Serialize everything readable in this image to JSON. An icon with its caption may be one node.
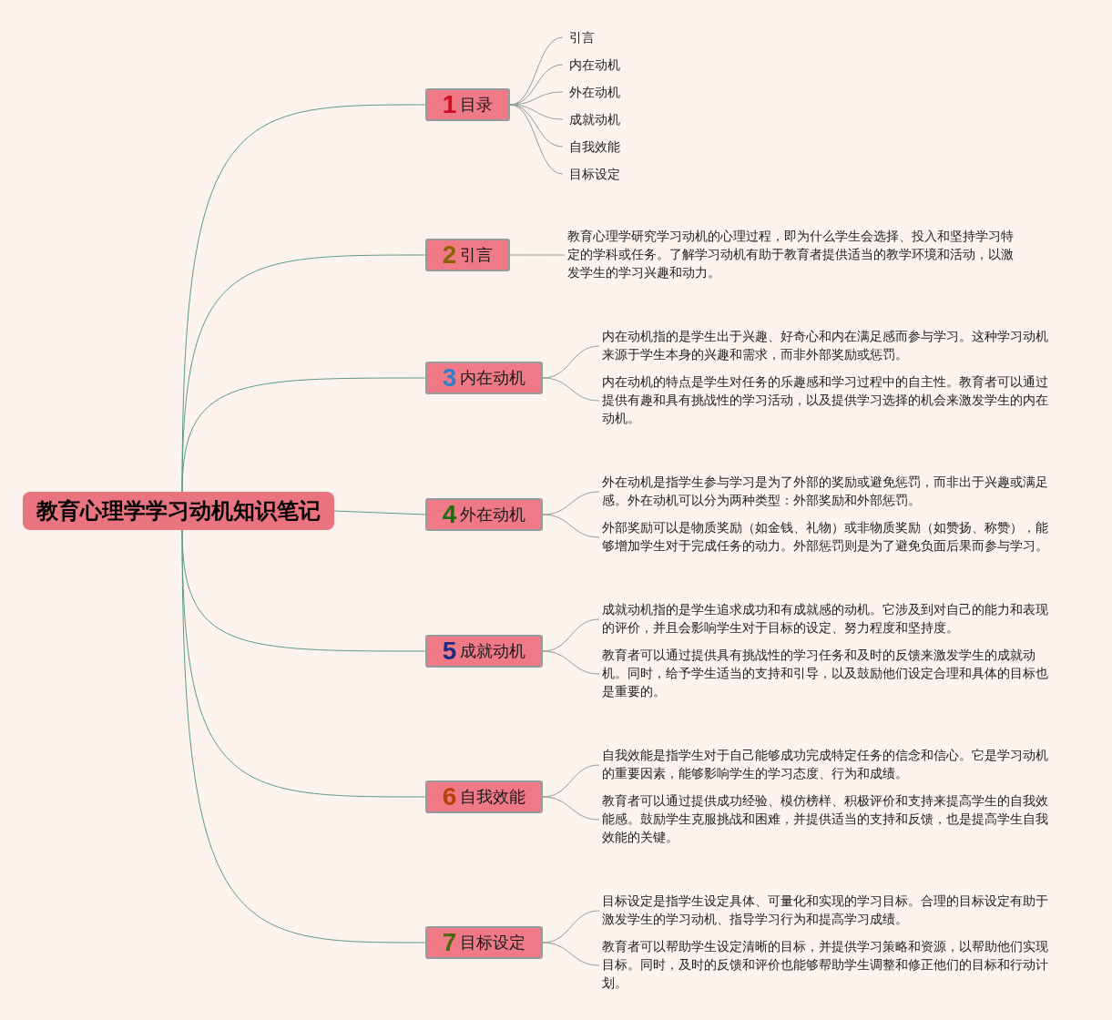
{
  "diagram": {
    "nodes": [
      {
        "text": [
          "教育心理学学习动机知识笔记"
        ]
      },
      {
        "text": [
          "1",
          "目录"
        ]
      },
      {
        "text": [
          "2",
          "引言"
        ]
      },
      {
        "text": [
          "3",
          "内在动机"
        ]
      },
      {
        "text": [
          "4",
          "外在动机"
        ]
      },
      {
        "text": [
          "5",
          "成就动机"
        ]
      },
      {
        "text": [
          "6",
          "自我效能"
        ]
      },
      {
        "text": [
          "7",
          "目标设定"
        ]
      },
      {
        "text": [
          "引言"
        ]
      },
      {
        "text": [
          "内在动机"
        ]
      },
      {
        "text": [
          "外在动机"
        ]
      },
      {
        "text": [
          "成就动机"
        ]
      },
      {
        "text": [
          "自我效能"
        ]
      },
      {
        "text": [
          "目标设定"
        ]
      },
      {
        "text": [
          "教育心理学研究学习动机的心理过程，即为什么学生会选择、投入和坚持学习特定的学科或任务。了解学习动机有助于教育者提供适当的教学环境和活动，以激发学生的学习兴趣和动力。"
        ]
      },
      {
        "text": [
          "内在动机指的是学生出于兴趣、好奇心和内在满足感而参与学习。这种学习动机来源于学生本身的兴趣和需求，而非外部奖励或惩罚。"
        ]
      },
      {
        "text": [
          "内在动机的特点是学生对任务的乐趣感和学习过程中的自主性。教育者可以通过提供有趣和具有挑战性的学习活动，以及提供学习选择的机会来激发学生的内在动机。"
        ]
      },
      {
        "text": [
          "外在动机是指学生参与学习是为了外部的奖励或避免惩罚，而非出于兴趣或满足感。外在动机可以分为两种类型：外部奖励和外部惩罚。"
        ]
      },
      {
        "text": [
          "外部奖励可以是物质奖励（如金钱、礼物）或非物质奖励（如赞扬、称赞），能够增加学生对于完成任务的动力。外部惩罚则是为了避免负面后果而参与学习。"
        ]
      },
      {
        "text": [
          "成就动机指的是学生追求成功和有成就感的动机。它涉及到对自己的能力和表现的评价，并且会影响学生对于目标的设定、努力程度和坚持度。"
        ]
      },
      {
        "text": [
          "教育者可以通过提供具有挑战性的学习任务和及时的反馈来激发学生的成就动机。同时，给予学生适当的支持和引导，以及鼓励他们设定合理和具体的目标也是重要的。"
        ]
      },
      {
        "text": [
          "自我效能是指学生对于自己能够成功完成特定任务的信念和信心。它是学习动机的重要因素，能够影响学生的学习态度、行为和成绩。"
        ]
      },
      {
        "text": [
          "教育者可以通过提供成功经验、模仿榜样、积极评价和支持来提高学生的自我效能感。鼓励学生克服挑战和困难，并提供适当的支持和反馈，也是提高学生自我效能的关键。"
        ]
      },
      {
        "text": [
          "目标设定是指学生设定具体、可量化和实现的学习目标。合理的目标设定有助于激发学生的学习动机、指导学习行为和提高学习成绩。"
        ]
      },
      {
        "text": [
          "教育者可以帮助学生设定清晰的目标，并提供学习策略和资源，以帮助他们实现目标。同时，及时的反馈和评价也能够帮助学生调整和修正他们的目标和行动计划。"
        ]
      }
    ],
    "edges": [
      {
        "from": 0,
        "to": 1,
        "arrow": "none"
      },
      {
        "from": 0,
        "to": 2,
        "arrow": "none"
      },
      {
        "from": 0,
        "to": 3,
        "arrow": "none"
      },
      {
        "from": 0,
        "to": 4,
        "arrow": "none"
      },
      {
        "from": 0,
        "to": 5,
        "arrow": "none"
      },
      {
        "from": 0,
        "to": 6,
        "arrow": "none"
      },
      {
        "from": 0,
        "to": 7,
        "arrow": "none"
      },
      {
        "from": 1,
        "to": 8,
        "arrow": "none"
      },
      {
        "from": 1,
        "to": 9,
        "arrow": "none"
      },
      {
        "from": 1,
        "to": 10,
        "arrow": "none"
      },
      {
        "from": 1,
        "to": 11,
        "arrow": "none"
      },
      {
        "from": 1,
        "to": 12,
        "arrow": "none"
      },
      {
        "from": 1,
        "to": 13,
        "arrow": "none"
      },
      {
        "from": 2,
        "to": 14,
        "arrow": "none"
      },
      {
        "from": 3,
        "to": 15,
        "arrow": "none"
      },
      {
        "from": 3,
        "to": 16,
        "arrow": "none"
      },
      {
        "from": 4,
        "to": 17,
        "arrow": "none"
      },
      {
        "from": 4,
        "to": 18,
        "arrow": "none"
      },
      {
        "from": 5,
        "to": 19,
        "arrow": "none"
      },
      {
        "from": 5,
        "to": 20,
        "arrow": "none"
      },
      {
        "from": 6,
        "to": 21,
        "arrow": "none"
      },
      {
        "from": 6,
        "to": 22,
        "arrow": "none"
      },
      {
        "from": 7,
        "to": 23,
        "arrow": "none"
      },
      {
        "from": 7,
        "to": 24,
        "arrow": "none"
      }
    ]
  }
}
